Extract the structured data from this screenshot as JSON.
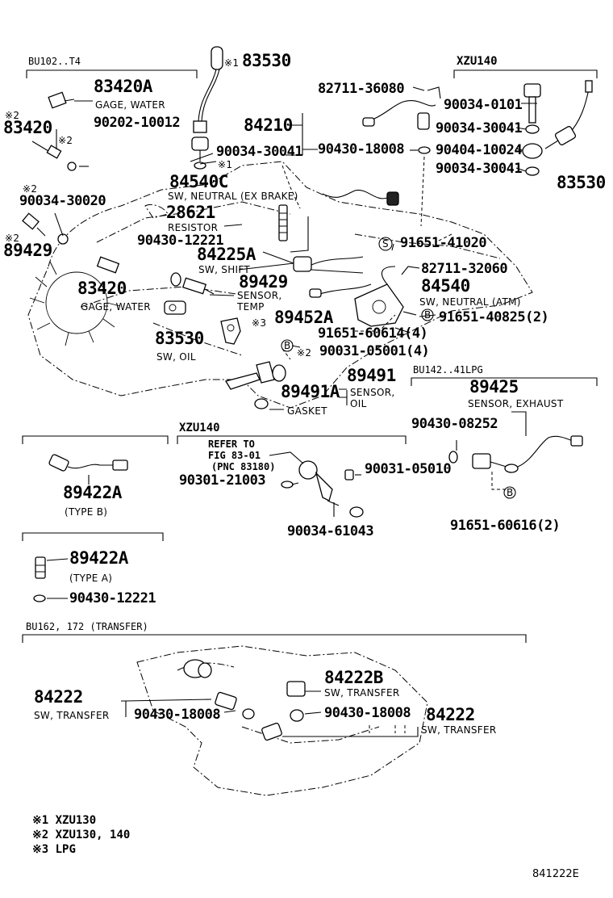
{
  "groups": {
    "g1": "BU102..T4",
    "g2": "XZU140",
    "g3": "BU142..41LPG",
    "g4": "XZU140",
    "g5": "BU162, 172 (TRANSFER)"
  },
  "parts": {
    "p83420A_top": "83420A",
    "p83420_left": "83420",
    "p90202": "90202-10012",
    "p90034_30020": "90034-30020",
    "p89429_left": "89429",
    "p83530_top": "83530",
    "p84540C": "84540C",
    "p28621": "28621",
    "p90430_12221_mid": "90430-12221",
    "p84225A": "84225A",
    "p89429_mid": "89429",
    "p83420_mid": "83420",
    "p83530_mid": "83530",
    "p82711_36080": "82711-36080",
    "p84210": "84210",
    "p90034_30041_a": "90034-30041",
    "p90430_18008_top": "90430-18008",
    "p90034_0101": "90034-0101",
    "p90034_30041_b": "90034-30041",
    "p90404_10024": "90404-10024",
    "p90034_30041_c": "90034-30041",
    "p83530_right": "83530",
    "p91651_41020": "91651-41020",
    "p82711_32060": "82711-32060",
    "p84540": "84540",
    "p91651_40825": "91651-40825(2)",
    "p89452A": "89452A",
    "p91651_60614": "91651-60614(4)",
    "p90031_05001": "90031-05001(4)",
    "p89491": "89491",
    "p89491A": "89491A",
    "p89425": "89425",
    "p90430_08252": "90430-08252",
    "p91651_60616": "91651-60616(2)",
    "p89422A_b": "89422A",
    "p89422A_a": "89422A",
    "p90430_12221_low": "90430-12221",
    "p90031_05010": "90031-05010",
    "p90301_21003": "90301-21003",
    "p90034_61043": "90034-61043",
    "p84222B": "84222B",
    "p84222_left": "84222",
    "p90430_18008_l": "90430-18008",
    "p90430_18008_r": "90430-18008",
    "p84222_right": "84222"
  },
  "descs": {
    "gage_water_top": "GAGE, WATER",
    "gage_water_mid": "GAGE, WATER",
    "sw_neutral_ex": "SW, NEUTRAL (EX BRAKE)",
    "resistor": "RESISTOR",
    "sw_shift": "SW, SHIFT",
    "sensor_temp_1": "SENSOR,",
    "sensor_temp_2": "TEMP",
    "sw_oil": "SW, OIL",
    "sw_neutral_atm": "SW, NEUTRAL (ATM)",
    "sensor_oil_1": "SENSOR,",
    "sensor_oil_2": "OIL",
    "gasket": "GASKET",
    "sensor_exhaust": "SENSOR, EXHAUST",
    "type_b": "(TYPE  B)",
    "type_a": "(TYPE  A)",
    "sw_transfer_l": "SW, TRANSFER",
    "sw_transfer_m": "SW, TRANSFER",
    "sw_transfer_r": "SW, TRANSFER"
  },
  "refer": {
    "line1": "REFER TO",
    "line2": "FIG 83-01",
    "line3": "(PNC 83180)"
  },
  "marks": {
    "m1": "※1",
    "m2": "※2",
    "m3": "※3",
    "s": "S",
    "b": "B"
  },
  "notes": {
    "n1": "※1  XZU130",
    "n2": "※2  XZU130, 140",
    "n3": "※3  LPG"
  },
  "code": "841222E"
}
